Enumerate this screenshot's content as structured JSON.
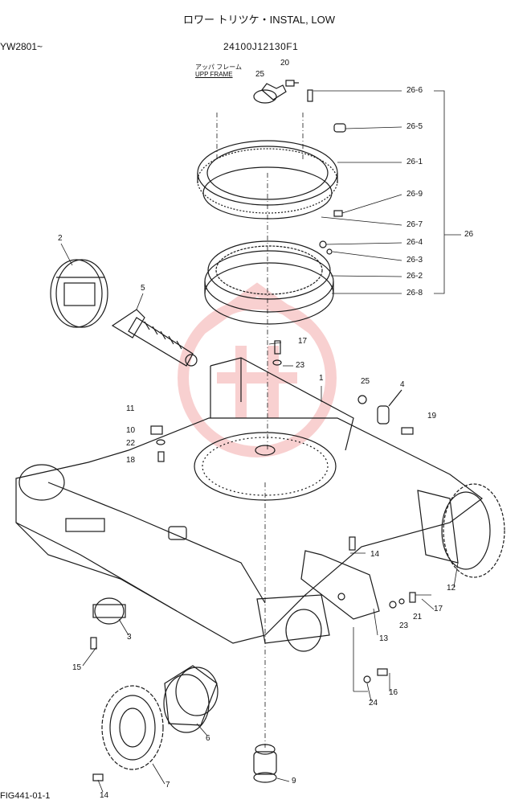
{
  "header": {
    "title": "ロワー トリツケ・INSTAL, LOW",
    "model": "YW2801~",
    "part_number": "24100J12130F1"
  },
  "footer": {
    "figure_id": "FIG441-01-1"
  },
  "notes": {
    "upper_frame_jp": "アッパ フレーム",
    "upper_frame_en": "UPP FRAME"
  },
  "callouts": {
    "c1": "1",
    "c2": "2",
    "c3": "3",
    "c4": "4",
    "c5": "5",
    "c6": "6",
    "c7": "7",
    "c9": "9",
    "c10": "10",
    "c11": "11",
    "c12": "12",
    "c13": "13",
    "c14a": "14",
    "c14b": "14",
    "c15": "15",
    "c16": "16",
    "c17a": "17",
    "c17b": "17",
    "c18": "18",
    "c19": "19",
    "c20": "20",
    "c21": "21",
    "c22": "22",
    "c23a": "23",
    "c23b": "23",
    "c24": "24",
    "c25a": "25",
    "c25b": "25",
    "c26": "26",
    "c26_6": "26-6",
    "c26_5": "26-5",
    "c26_1": "26-1",
    "c26_9": "26-9",
    "c26_7": "26-7",
    "c26_4": "26-4",
    "c26_3": "26-3",
    "c26_2": "26-2",
    "c26_8": "26-8"
  },
  "colors": {
    "line": "#1a1a1a",
    "watermark": "#e85a5a"
  }
}
